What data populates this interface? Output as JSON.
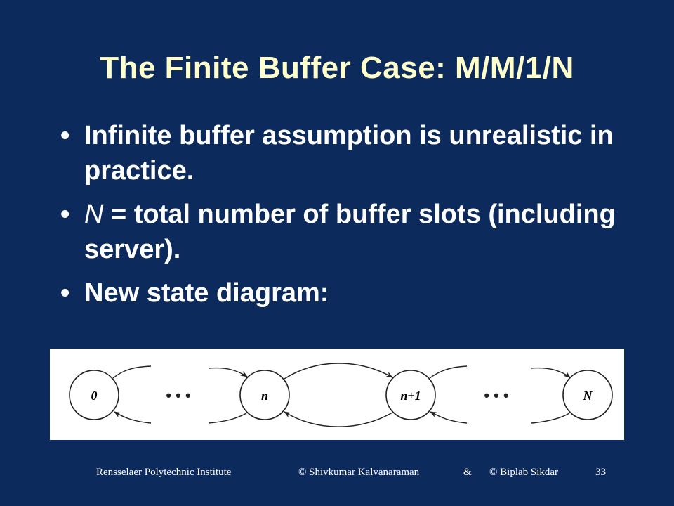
{
  "slide": {
    "title": "The Finite Buffer Case: M/M/1/N",
    "bullets": [
      {
        "marker": "•",
        "text": "Infinite buffer assumption is unrealistic in practice."
      },
      {
        "marker": "•",
        "variable": "N",
        "text": " = total number of buffer slots (including server)."
      },
      {
        "marker": "•",
        "text": "New state diagram:"
      }
    ]
  },
  "diagram": {
    "states": [
      "0",
      "n",
      "n+1",
      "N"
    ],
    "ellipsis": "• • •"
  },
  "footer": {
    "institution": "Rensselaer Polytechnic Institute",
    "copyright1": "© Shivkumar Kalvanaraman",
    "amp": "&",
    "copyright2": "© Biplab Sikdar",
    "page": "33"
  }
}
